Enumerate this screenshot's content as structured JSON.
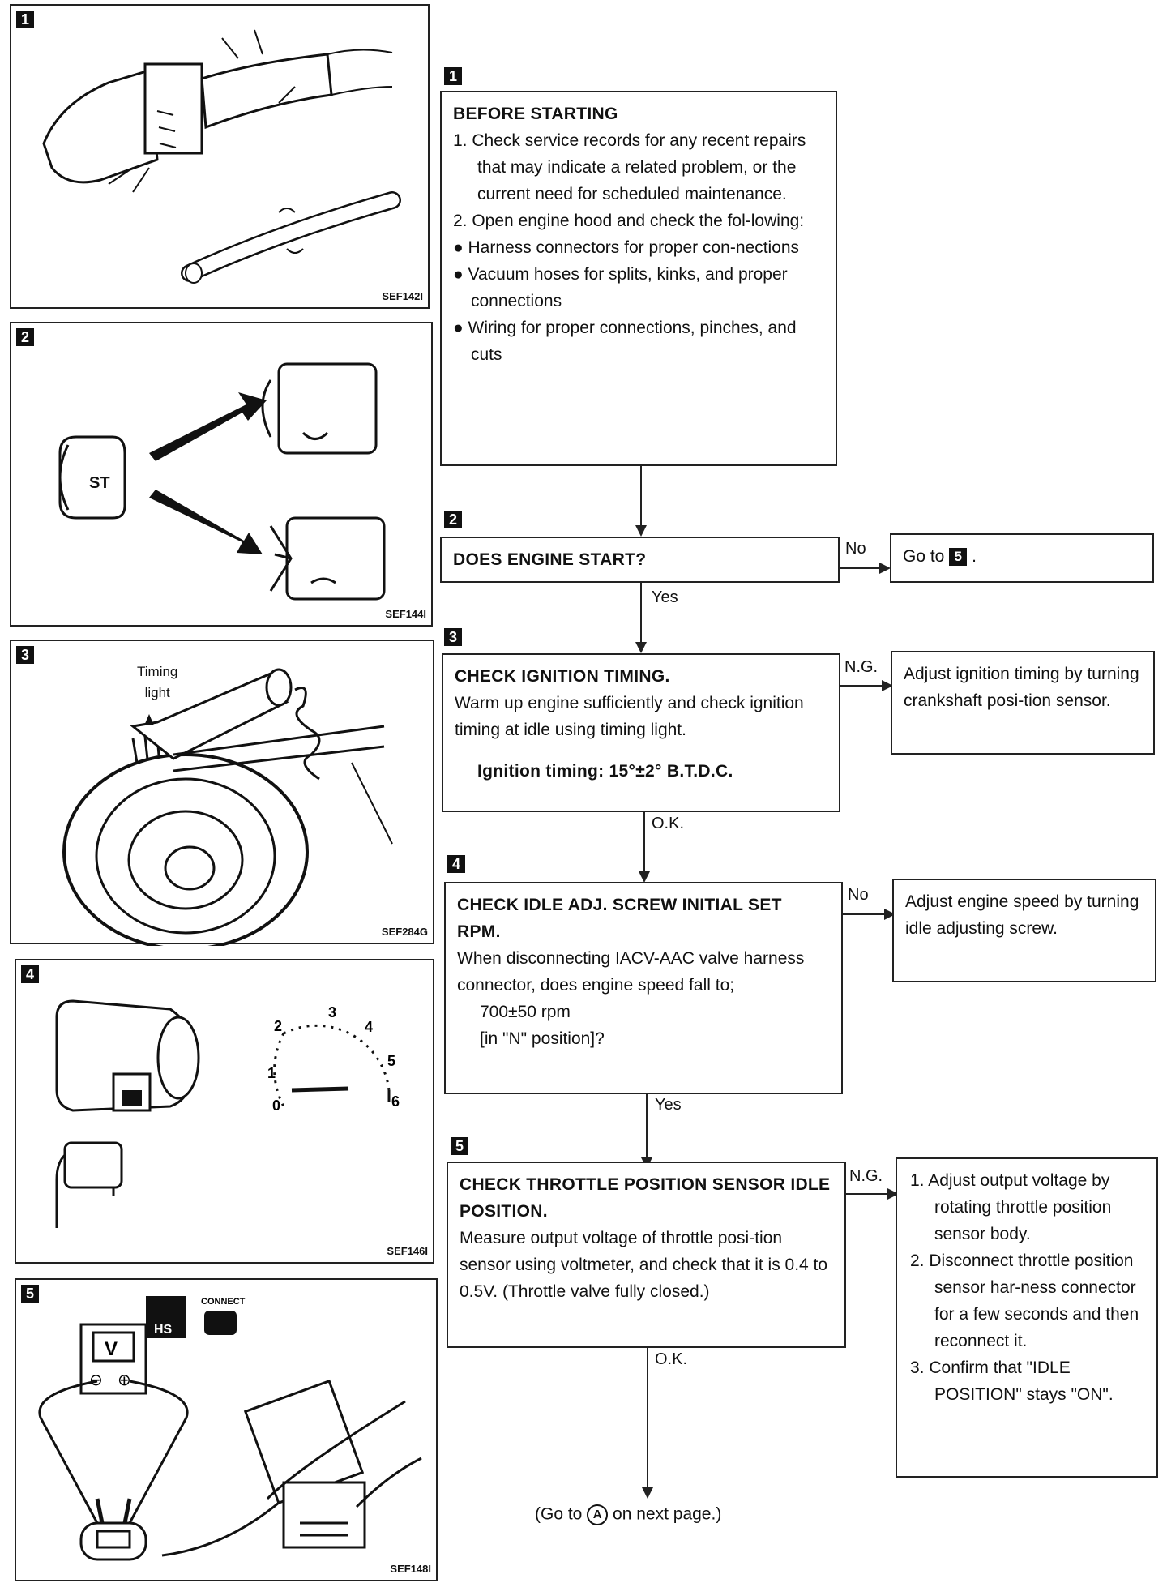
{
  "panels": [
    {
      "num": "1",
      "code": "SEF142I"
    },
    {
      "num": "2",
      "code": "SEF144I",
      "key_label": "ST"
    },
    {
      "num": "3",
      "code": "SEF284G",
      "timing_label": "Timing\nlight"
    },
    {
      "num": "4",
      "code": "SEF146I",
      "gauge_ticks": [
        "0",
        "1",
        "2",
        "3",
        "4",
        "5",
        "6"
      ]
    },
    {
      "num": "5",
      "code": "SEF148I",
      "meter_label": "V",
      "minus": "⊖",
      "plus": "⊕",
      "hs_label": "HS",
      "connect_label": "CONNECT"
    }
  ],
  "steps": {
    "s1": {
      "num": "1",
      "title": "BEFORE STARTING",
      "items": [
        "1. Check service records for any recent repairs that may indicate a related problem, or the current need for scheduled maintenance.",
        "2. Open engine hood and check the fol-lowing:"
      ],
      "bullets": [
        "● Harness connectors for proper con-nections",
        "● Vacuum hoses for splits, kinks, and proper connections",
        "● Wiring for proper connections, pinches, and cuts"
      ]
    },
    "s2": {
      "num": "2",
      "title": "DOES ENGINE START?",
      "no_label": "No",
      "yes_label": "Yes",
      "goto_prefix": "Go to",
      "goto_target": "5",
      "goto_suffix": "."
    },
    "s3": {
      "num": "3",
      "title": "CHECK IGNITION TIMING.",
      "text": "Warm up engine sufficiently and check ignition timing at idle using timing light.",
      "spec": "Ignition timing: 15°±2° B.T.D.C.",
      "ng_label": "N.G.",
      "ok_label": "O.K.",
      "ng_action": "Adjust ignition timing by turning crankshaft posi-tion sensor."
    },
    "s4": {
      "num": "4",
      "title": "CHECK IDLE ADJ. SCREW INITIAL SET RPM.",
      "text": "When disconnecting IACV-AAC valve harness connector, does engine speed fall to;",
      "spec1": "700±50 rpm",
      "spec2": "[in \"N\" position]?",
      "no_label": "No",
      "yes_label": "Yes",
      "no_action": "Adjust engine speed by turning idle adjusting screw."
    },
    "s5": {
      "num": "5",
      "title": "CHECK THROTTLE POSITION SENSOR IDLE POSITION.",
      "text": "Measure output voltage of throttle posi-tion sensor using voltmeter, and check that it is 0.4 to 0.5V. (Throttle valve fully closed.)",
      "ng_label": "N.G.",
      "ok_label": "O.K.",
      "ng_actions": [
        "1. Adjust output voltage by rotating throttle position sensor body.",
        "2. Disconnect throttle position sensor har-ness connector for a few seconds and then reconnect it.",
        "3. Confirm that \"IDLE POSITION\" stays \"ON\"."
      ]
    }
  },
  "footer": {
    "prefix": "(Go to",
    "symbol": "A",
    "suffix": "on next page.)"
  }
}
